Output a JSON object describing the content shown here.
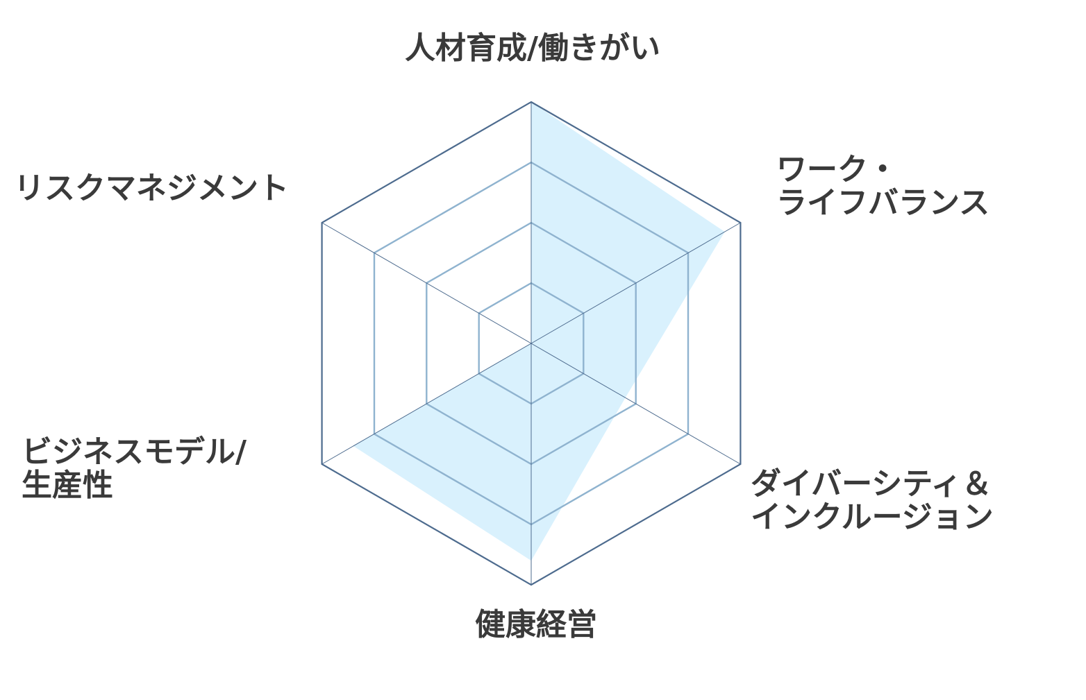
{
  "chart_data": {
    "type": "radar",
    "axes": [
      {
        "label_lines": [
          "人材育成/働きがい"
        ]
      },
      {
        "label_lines": [
          "ワーク・",
          "ライフバランス"
        ]
      },
      {
        "label_lines": [
          "ダイバーシティ＆",
          "インクルージョン"
        ]
      },
      {
        "label_lines": [
          "健康経営"
        ]
      },
      {
        "label_lines": [
          "ビジネスモデル/",
          "生産性"
        ]
      },
      {
        "label_lines": [
          "リスクマネジメント"
        ]
      }
    ],
    "series": [
      {
        "values": [
          4,
          3.7,
          1.8,
          3.6,
          3.4,
          0
        ]
      }
    ],
    "scale": {
      "min": 0,
      "max": 4,
      "levels": 4
    },
    "colors": {
      "fill": "#d9f1fd",
      "outer_grid": "#4d6b8e",
      "inner_grid": "#8fb3cf",
      "spoke": "#4d6b8e",
      "label": "#3a3a3a"
    }
  }
}
